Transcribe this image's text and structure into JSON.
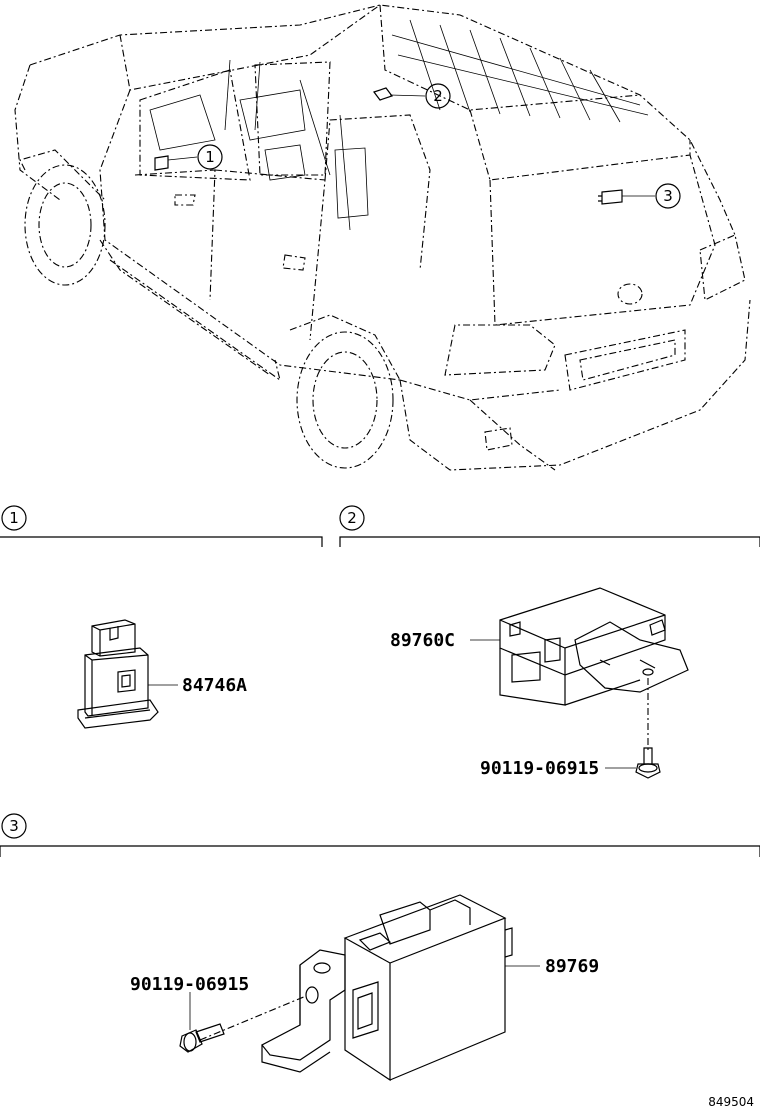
{
  "callouts": {
    "one": "1",
    "two": "2",
    "three": "3"
  },
  "sections": [
    {
      "number": "1",
      "parts": [
        "84746A"
      ]
    },
    {
      "number": "2",
      "parts": [
        "89760C",
        "90119-06915"
      ]
    },
    {
      "number": "3",
      "parts": [
        "89769",
        "90119-06915"
      ]
    }
  ],
  "labels": {
    "switch": "84746A",
    "sensor": "89760C",
    "bolt_upper": "90119-06915",
    "ecu": "89769",
    "bolt_lower": "90119-06915"
  },
  "figure_id": "849504"
}
